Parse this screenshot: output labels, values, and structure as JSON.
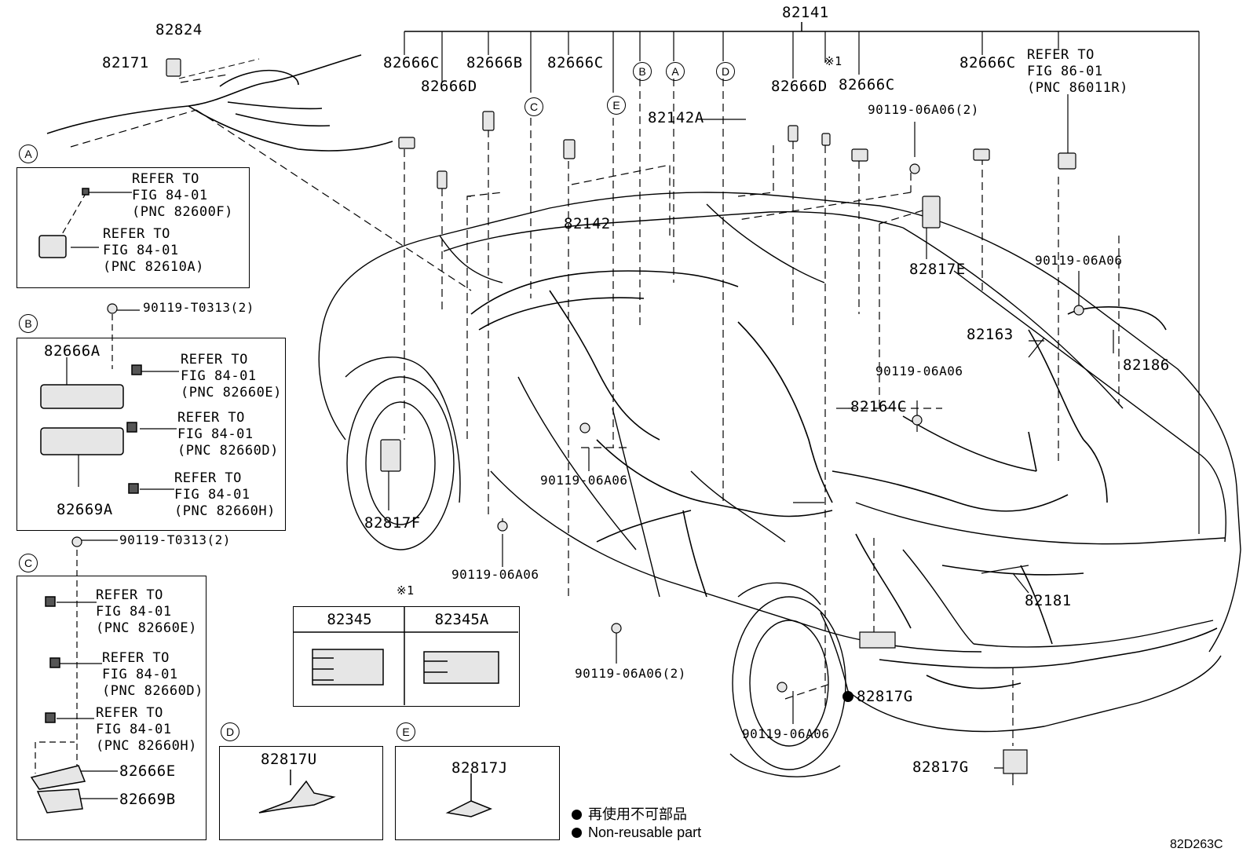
{
  "diagram_code": "82D263C",
  "legend": {
    "symbol": "●",
    "jp": "再使用不可部品",
    "en": "Non-reusable part"
  },
  "labels": {
    "p82141": "82141",
    "p82824": "82824",
    "p82171": "82171",
    "p82666C_1": "82666C",
    "p82666D_1": "82666D",
    "p82666B": "82666B",
    "p82666C_2": "82666C",
    "p82142A": "82142A",
    "p82666D_2": "82666D",
    "p82666C_3": "82666C",
    "p82666C_4": "82666C",
    "p90119_06A06_2a": "90119-06A06(2)",
    "p82142": "82142",
    "p82817E": "82817E",
    "p90119_06A06_a": "90119-06A06",
    "p82163": "82163",
    "p82186": "82186",
    "p90119_06A06_b": "90119-06A06",
    "p82164C": "82164C",
    "p90119_06A06_c": "90119-06A06",
    "p82817F": "82817F",
    "p90119_06A06_d": "90119-06A06",
    "p82181": "82181",
    "p90119_06A06_2b": "90119-06A06(2)",
    "p82817G_1": "82817G",
    "p90119_06A06_e": "90119-06A06",
    "p82817G_2": "82817G",
    "pB_82666A": "82666A",
    "pB_82669A": "82669A",
    "pB_bolt": "90119-T0313(2)",
    "pC_bolt": "90119-T0313(2)",
    "pC_82666E": "82666E",
    "pC_82669B": "82669B",
    "pD_82817U": "82817U",
    "pE_82817J": "82817J",
    "ref_top": "REFER TO\nFIG 86-01\n(PNC 86011R)",
    "mark1": "※1",
    "mark1b": "※1"
  },
  "callouts": {
    "A": "A",
    "B": "B",
    "C": "C",
    "D": "D",
    "E": "E"
  },
  "box_a": {
    "ref1": "REFER TO\nFIG 84-01\n(PNC 82600F)",
    "ref2": "REFER TO\nFIG 84-01\n(PNC 82610A)"
  },
  "box_b": {
    "ref1": "REFER TO\nFIG 84-01\n(PNC 82660E)",
    "ref2": "REFER TO\nFIG 84-01\n(PNC 82660D)",
    "ref3": "REFER TO\nFIG 84-01\n(PNC 82660H)"
  },
  "box_c": {
    "ref1": "REFER TO\nFIG 84-01\n(PNC 82660E)",
    "ref2": "REFER TO\nFIG 84-01\n(PNC 82660D)",
    "ref3": "REFER TO\nFIG 84-01\n(PNC 82660H)"
  },
  "fuse_table": {
    "col1": "82345",
    "col2": "82345A"
  }
}
